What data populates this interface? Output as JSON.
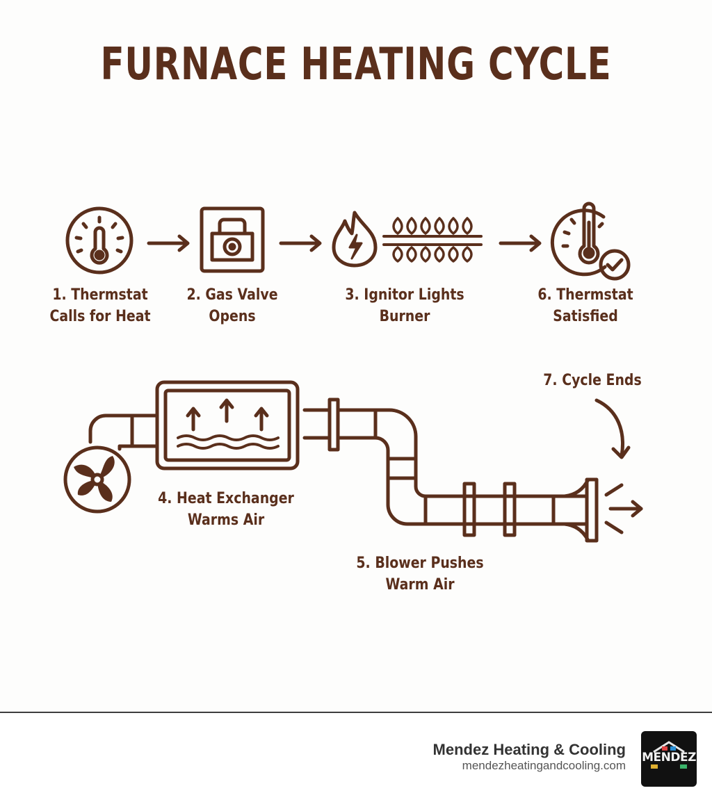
{
  "title": "FURNACE HEATING CYCLE",
  "steps": {
    "s1": {
      "line1": "1. Thermstat",
      "line2": "Calls for Heat"
    },
    "s2": {
      "line1": "2. Gas Valve",
      "line2": "Opens"
    },
    "s3": {
      "line1": "3. Ignitor Lights",
      "line2": "Burner"
    },
    "s6": {
      "line1": "6. Thermstat",
      "line2": "Satisfied"
    },
    "s4": {
      "line1": "4. Heat Exchanger",
      "line2": "Warms Air"
    },
    "s5": {
      "line1": "5. Blower Pushes",
      "line2": "Warm Air"
    },
    "s7": {
      "line1": "7. Cycle Ends"
    }
  },
  "footer": {
    "company_name": "Mendez Heating & Cooling",
    "website": "mendezheatingandcooling.com",
    "logo_text": "MENDEZ"
  },
  "colors": {
    "stroke": "#5a2f1c",
    "footer_rule": "#3e3e3e"
  },
  "icons": [
    "thermometer-dial-icon",
    "gas-valve-icon",
    "flame-bolt-icon",
    "burner-flames-icon",
    "thermostat-check-icon",
    "fan-icon",
    "heat-exchanger-icon",
    "duct-pipe",
    "curved-arrow-icon",
    "air-out-icon"
  ]
}
